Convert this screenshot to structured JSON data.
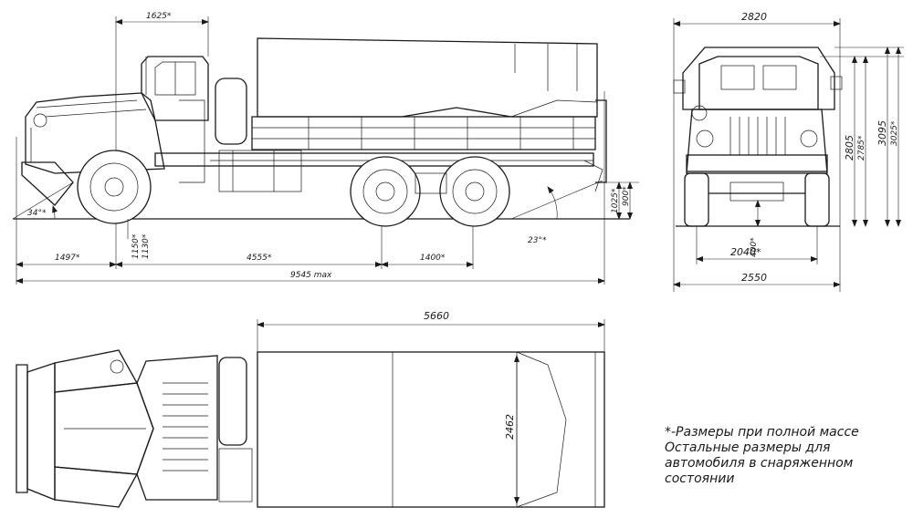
{
  "side_view": {
    "dims": {
      "cab_offset": "1625*",
      "front_overhang": "1497*",
      "wheelbase": "4555*",
      "bogie": "1400*",
      "overall_length": "9545 max",
      "ground_1150": "1150*",
      "ground_1130": "1130*",
      "rear_1025": "1025*",
      "rear_900": "900*",
      "approach_angle": "34°*",
      "departure_angle": "23°*"
    }
  },
  "front_view": {
    "dims": {
      "width_top": "2820",
      "width_track": "2040*",
      "width_bottom": "2550",
      "clearance": "400*",
      "h_2805": "2805",
      "h_2785": "2785*",
      "h_3095": "3095",
      "h_3025": "3025*"
    }
  },
  "top_view": {
    "dims": {
      "body_length": "5660",
      "body_width": "2462"
    }
  },
  "notes": {
    "line1": "*-Размеры при полной массе",
    "line2": "Остальные размеры для",
    "line3": "автомобиля в снаряженном",
    "line4": "состоянии"
  }
}
